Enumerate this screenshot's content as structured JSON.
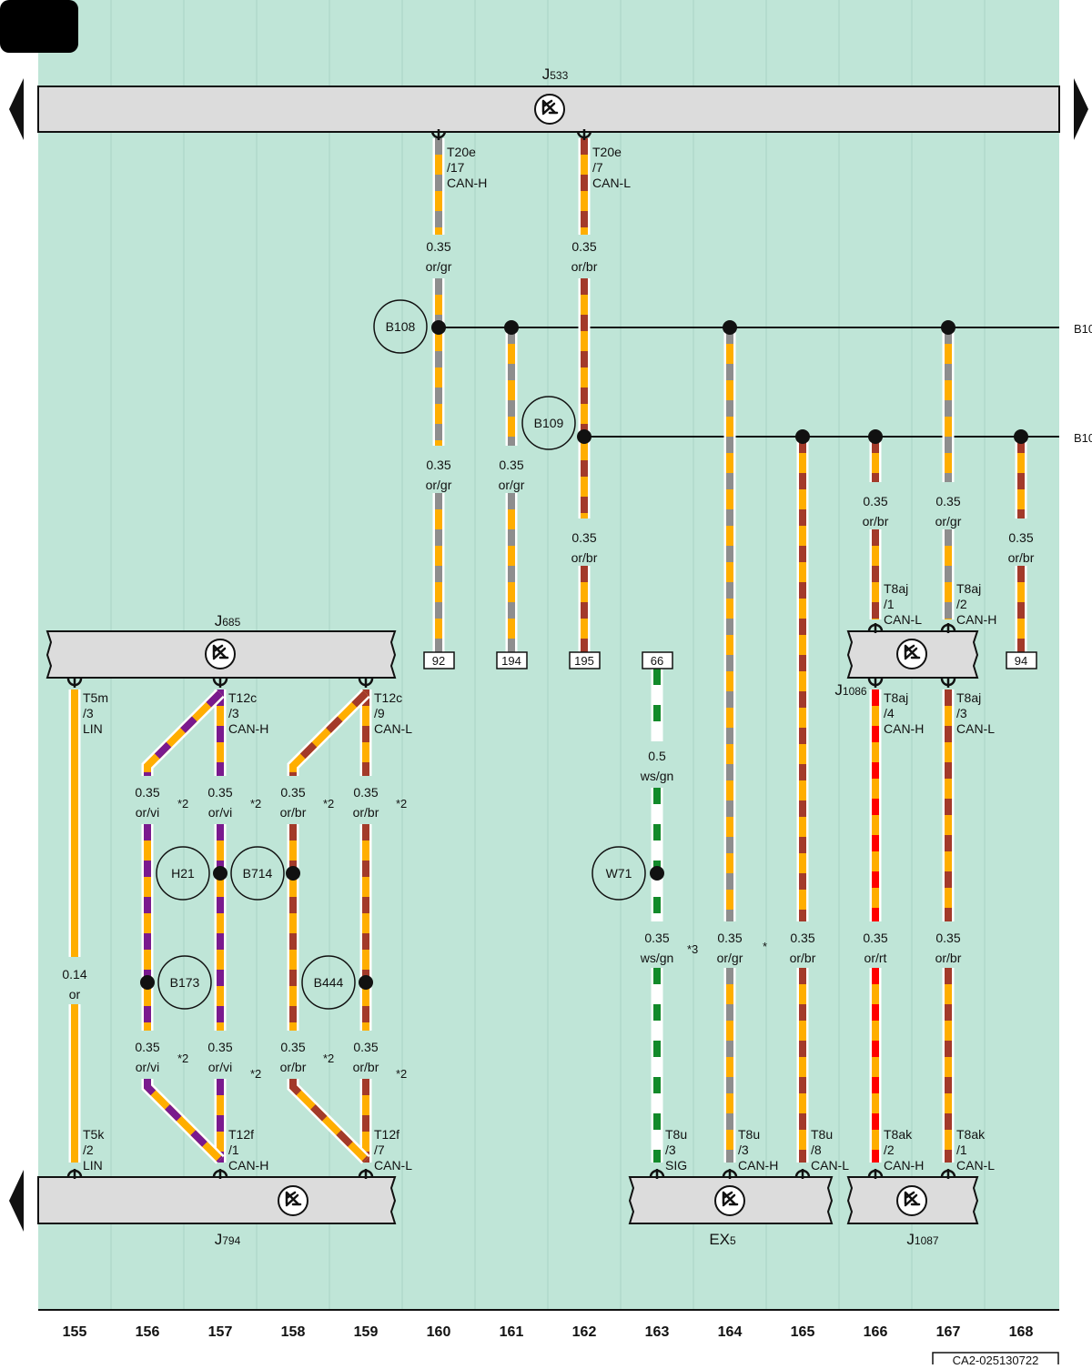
{
  "colors": {
    "background": "#bfe5d7",
    "component_fill": "#dcdcdc",
    "or": "#ffae00",
    "gr": "#8e8e8e",
    "br": "#a33a2a",
    "vi": "#7a1a8e",
    "rt": "#ff0000",
    "ws": "#ffffff",
    "gn": "#128a2a"
  },
  "page": {
    "tab_icon": "page-tab",
    "code": "CA2-025130722"
  },
  "columns": [
    "155",
    "156",
    "157",
    "158",
    "159",
    "160",
    "161",
    "162",
    "163",
    "164",
    "165",
    "166",
    "167",
    "168"
  ],
  "components": {
    "J533": {
      "main": "J",
      "sub": "533",
      "icon": "ground-node-icon"
    },
    "J685": {
      "main": "J",
      "sub": "685",
      "icon": "ground-node-icon"
    },
    "J794": {
      "main": "J",
      "sub": "794",
      "icon": "ground-node-icon"
    },
    "EX5": {
      "main": "EX",
      "sub": "5",
      "icon": "ground-node-icon"
    },
    "J1086": {
      "main": "J",
      "sub": "1086",
      "icon": "ground-node-icon"
    },
    "J1087": {
      "main": "J",
      "sub": "1087",
      "icon": "ground-node-icon"
    }
  },
  "connectors": {
    "t20e_17": [
      "T20e",
      "/17",
      "CAN-H"
    ],
    "t20e_7": [
      "T20e",
      "/7",
      "CAN-L"
    ],
    "t8aj_1": [
      "T8aj",
      "/1",
      "CAN-L"
    ],
    "t8aj_2": [
      "T8aj",
      "/2",
      "CAN-H"
    ],
    "t8aj_4": [
      "T8aj",
      "/4",
      "CAN-H"
    ],
    "t8aj_3": [
      "T8aj",
      "/3",
      "CAN-L"
    ],
    "t5m_3": [
      "T5m",
      "/3",
      "LIN"
    ],
    "t12c_3": [
      "T12c",
      "/3",
      "CAN-H"
    ],
    "t12c_9": [
      "T12c",
      "/9",
      "CAN-L"
    ],
    "t5k_2": [
      "T5k",
      "/2",
      "LIN"
    ],
    "t12f_1": [
      "T12f",
      "/1",
      "CAN-H"
    ],
    "t12f_7": [
      "T12f",
      "/7",
      "CAN-L"
    ],
    "t8u_3a": [
      "T8u",
      "/3",
      "SIG"
    ],
    "t8u_3b": [
      "T8u",
      "/3",
      "CAN-H"
    ],
    "t8u_8": [
      "T8u",
      "/8",
      "CAN-L"
    ],
    "t8ak_2": [
      "T8ak",
      "/2",
      "CAN-H"
    ],
    "t8ak_1": [
      "T8ak",
      "/1",
      "CAN-L"
    ]
  },
  "wire_labels": {
    "w160a": [
      "0.35",
      "or/gr"
    ],
    "w162a": [
      "0.35",
      "or/br"
    ],
    "w160b": [
      "0.35",
      "or/gr"
    ],
    "w161b": [
      "0.35",
      "or/gr"
    ],
    "w162b": [
      "0.35",
      "or/br"
    ],
    "w166b": [
      "0.35",
      "or/br"
    ],
    "w167b": [
      "0.35",
      "or/gr"
    ],
    "w168b": [
      "0.35",
      "or/br"
    ],
    "w163a": [
      "0.5",
      "ws/gn"
    ],
    "w156a": [
      "0.35",
      "or/vi"
    ],
    "w157a": [
      "0.35",
      "or/vi"
    ],
    "w158a": [
      "0.35",
      "or/br"
    ],
    "w159a": [
      "0.35",
      "or/br"
    ],
    "w155": [
      "0.14",
      "or"
    ],
    "w163b": [
      "0.35",
      "ws/gn"
    ],
    "w164": [
      "0.35",
      "or/gr"
    ],
    "w165": [
      "0.35",
      "or/br"
    ],
    "w166c": [
      "0.35",
      "or/rt"
    ],
    "w167c": [
      "0.35",
      "or/br"
    ],
    "w156b": [
      "0.35",
      "or/vi"
    ],
    "w157b": [
      "0.35",
      "or/vi"
    ],
    "w158b": [
      "0.35",
      "or/br"
    ],
    "w159b": [
      "0.35",
      "or/br"
    ]
  },
  "splices": {
    "B108": "B108",
    "B109": "B109",
    "H21": "H21",
    "B714": "B714",
    "B173": "B173",
    "B444": "B444",
    "W71": "W71"
  },
  "cutoff_labels": {
    "b108_right": "B10",
    "b109_right": "B10"
  },
  "refs": {
    "r92": "92",
    "r194": "194",
    "r195": "195",
    "r66": "66",
    "r94": "94"
  },
  "markers": {
    "m1": "*2",
    "m2": "*2",
    "m3": "*2",
    "m4": "*2",
    "m5": "*2",
    "m6": "*2",
    "m7": "*2",
    "m8": "*2",
    "m9": "*3",
    "m10": "*"
  }
}
